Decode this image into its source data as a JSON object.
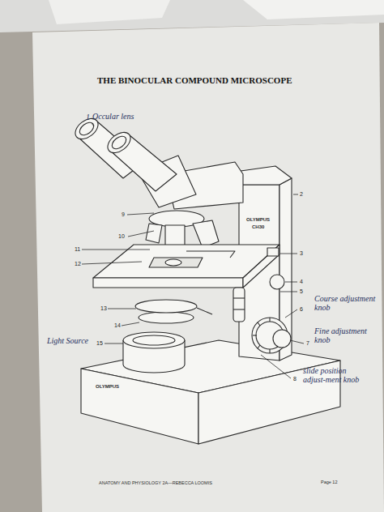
{
  "diagram": {
    "title": "THE BINOCULAR COMPOUND MICROSCOPE",
    "labels": [
      "1",
      "Occular lens",
      "2",
      "9",
      "OLYMPUS",
      "CH30",
      "10",
      "11",
      "3",
      "12",
      "4",
      "5",
      "Course adjustment knob",
      "6",
      "13",
      "14",
      "Fine adjustment knob",
      "Light Source",
      "15",
      "7",
      "OLYMPUS",
      "8",
      "slide position adjust-ment knob",
      "ANATOMY AND PHYSIOLOGY 2A—REBECCA LOOMIS",
      "Page 12"
    ]
  }
}
